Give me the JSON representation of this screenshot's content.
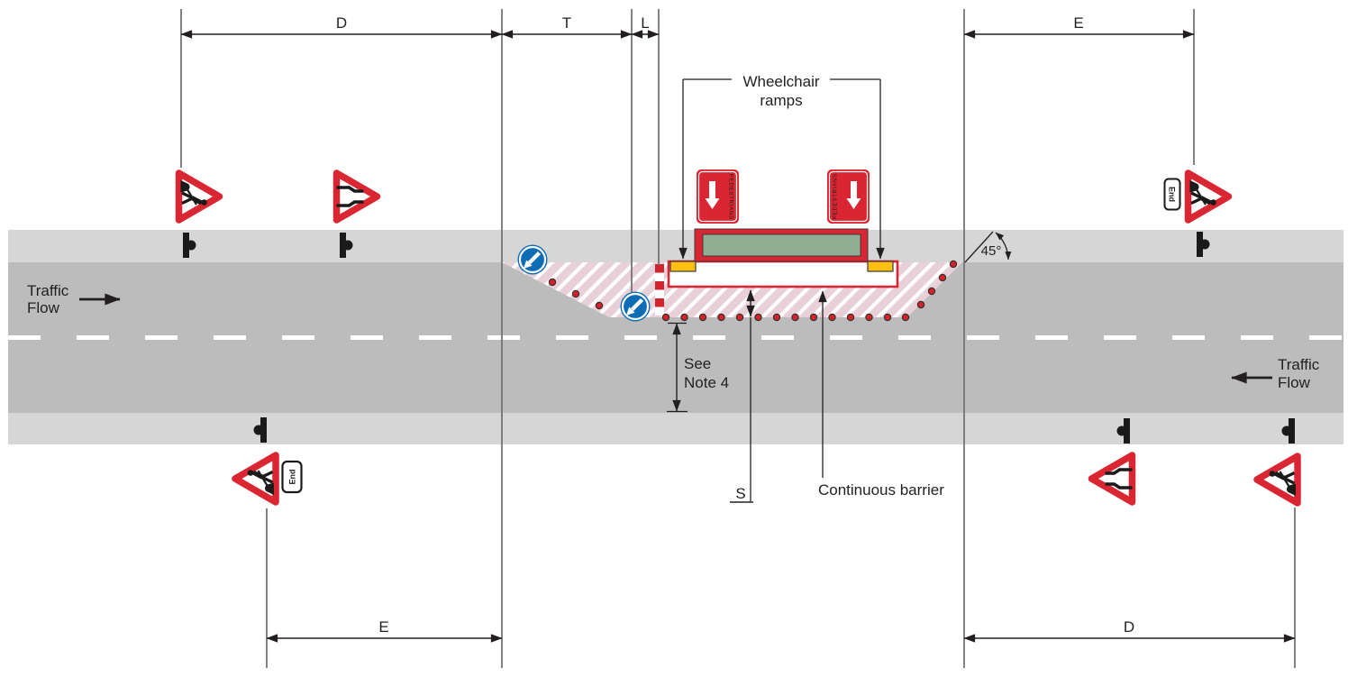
{
  "colors": {
    "sign_red": "#d92632",
    "barrier_green": "#8fae92",
    "ramp_yellow": "#fdc00f",
    "sign_blue": "#0e6cb5",
    "carriageway_gray": "#bcbcbd",
    "shoulder_gray": "#d6d6d6",
    "work_area_pink": "#e7d0d7",
    "cone_red": "#d2232e",
    "extension_line_gray": "#737477",
    "ink": "#231f20"
  },
  "dimensions": {
    "top": [
      {
        "label": "D"
      },
      {
        "label": "T"
      },
      {
        "label": "L"
      },
      {
        "label": "E"
      }
    ],
    "bottom": [
      {
        "label": "E"
      },
      {
        "label": "D"
      }
    ]
  },
  "traffic_flow": {
    "left": {
      "line1": "Traffic",
      "line2": "Flow"
    },
    "right": {
      "line1": "Traffic",
      "line2": "Flow"
    }
  },
  "annotations": {
    "wheelchair_ramps": {
      "line1": "Wheelchair",
      "line2": "ramps"
    },
    "see_note": {
      "line1": "See",
      "line2": "Note 4"
    },
    "s_label": "S",
    "continuous_barrier": "Continuous barrier",
    "taper_angle": "45°"
  },
  "signs": {
    "pedestrians_label": "PEDESTRIANS",
    "end_plate_label": "End"
  },
  "icons": {
    "roadworks_sign": "warning-triangle-roadworks-man",
    "road_narrows_sign": "warning-triangle-road-narrows",
    "keep_left_sign": "blue-circle-diagonal-arrow",
    "pedestrians_sign": "red-rectangle-down-arrow",
    "sign_post_marker": "black-post-with-knob",
    "traffic_cone": "red-dot",
    "barrier_board": "red-white-striped-board"
  }
}
